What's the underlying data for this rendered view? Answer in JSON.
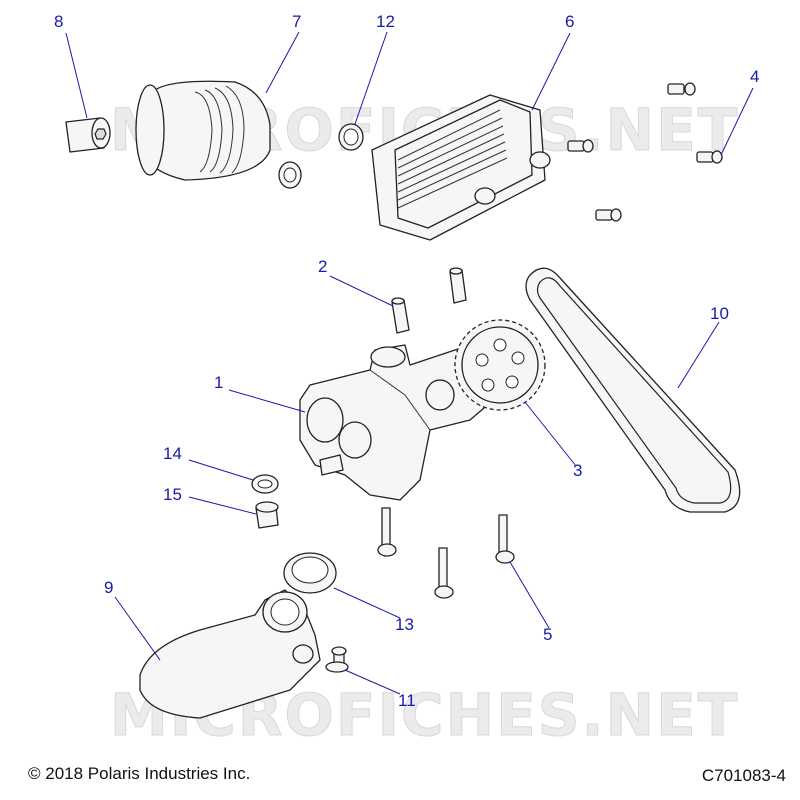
{
  "watermark": "MICROFICHES.NET",
  "callouts": {
    "c1": "1",
    "c2": "2",
    "c3": "3",
    "c4": "4",
    "c5": "5",
    "c6": "6",
    "c7": "7",
    "c8": "8",
    "c9": "9",
    "c10": "10",
    "c11": "11",
    "c12": "12",
    "c13": "13",
    "c14": "14",
    "c15": "15"
  },
  "footer": {
    "copyright": "© 2018 Polaris Industries Inc.",
    "figure_code": "C701083-4"
  },
  "colors": {
    "callout": "#1a1aa8",
    "line_art": "#222222",
    "watermark": "#d8d8d8"
  }
}
